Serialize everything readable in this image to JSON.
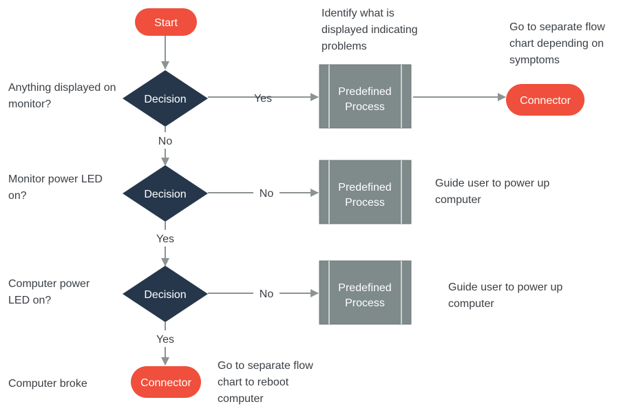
{
  "colors": {
    "terminator": "#ef4f3c",
    "decision": "#26374b",
    "process": "#7f8a8a",
    "process_border": "#6d7777",
    "line": "#8c9395",
    "text_dark": "#3a3f44",
    "text_light": "#ffffff"
  },
  "start": {
    "label": "Start"
  },
  "decisions": [
    {
      "label": "Decision",
      "question": "Anything displayed on monitor?",
      "side_label": "Yes",
      "down_label": "No"
    },
    {
      "label": "Decision",
      "question": "Monitor power LED on?",
      "side_label": "No",
      "down_label": "Yes"
    },
    {
      "label": "Decision",
      "question": "Computer power LED on?",
      "side_label": "No",
      "down_label": "Yes"
    }
  ],
  "processes": [
    {
      "line1": "Predefined",
      "line2": "Process",
      "note": "Identify what is displayed indicating problems"
    },
    {
      "line1": "Predefined",
      "line2": "Process",
      "note": "Guide user to power up computer"
    },
    {
      "line1": "Predefined",
      "line2": "Process",
      "note": "Guide user to power up computer"
    }
  ],
  "connectors": [
    {
      "label": "Connector",
      "note": "Go to separate flow chart depending on symptoms"
    },
    {
      "label": "Connector",
      "note": "Go to separate flow chart to reboot computer",
      "row_label": "Computer broke"
    }
  ]
}
